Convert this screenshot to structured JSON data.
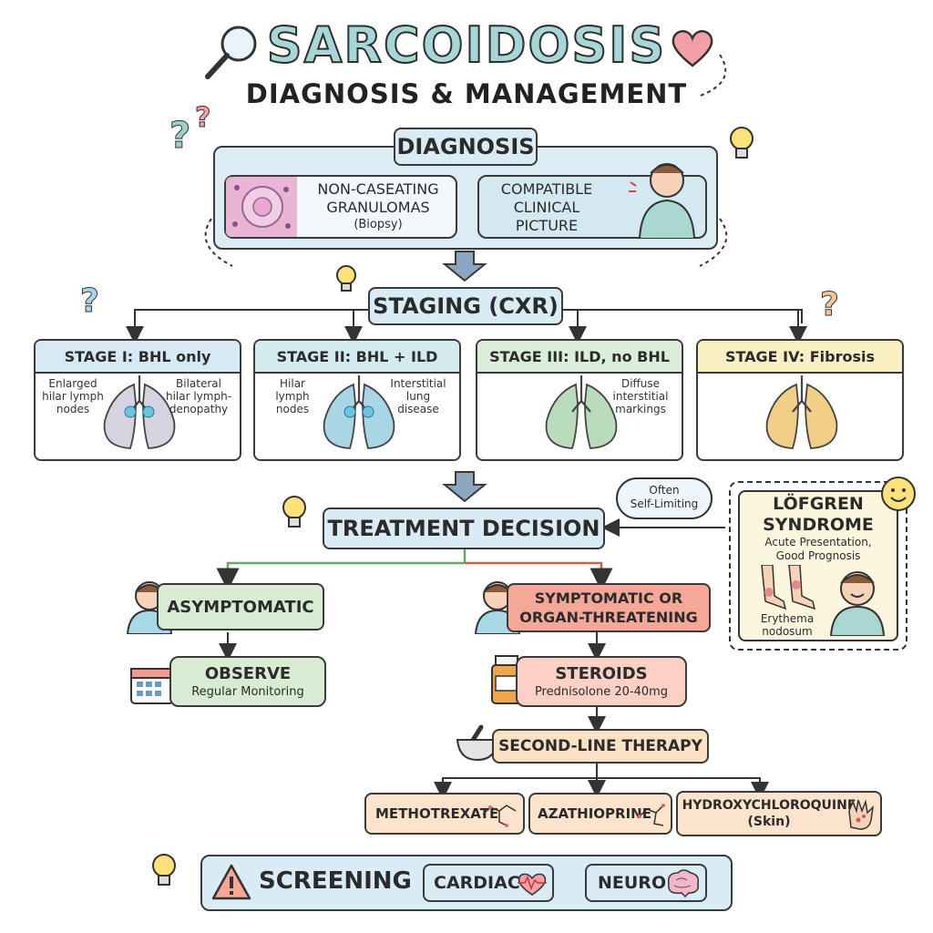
{
  "title": "SARCOIDOSIS",
  "subtitle": "DIAGNOSIS & MANAGEMENT",
  "diagnosis": {
    "header": "DIAGNOSIS",
    "left_line1": "NON-CASEATING",
    "left_line2": "GRANULOMAS",
    "left_note": "(Biopsy)",
    "right_line1": "COMPATIBLE",
    "right_line2": "CLINICAL",
    "right_line3": "PICTURE"
  },
  "staging": {
    "header": "STAGING (CXR)",
    "stages": [
      {
        "title": "STAGE I: BHL only",
        "left1": "Enlarged",
        "left2": "hilar lymph",
        "left3": "nodes",
        "right1": "Bilateral",
        "right2": "hilar lymph-",
        "right3": "denopathy",
        "color": "#d8e9f6"
      },
      {
        "title": "STAGE II: BHL + ILD",
        "left1": "Hilar",
        "left2": "lymph",
        "left3": "nodes",
        "right1": "Interstitial",
        "right2": "lung",
        "right3": "disease",
        "color": "#d3ebee"
      },
      {
        "title": "STAGE III: ILD, no BHL",
        "left1": "",
        "left2": "",
        "left3": "",
        "right1": "Diffuse",
        "right2": "interstitial",
        "right3": "markings",
        "color": "#dbeedb"
      },
      {
        "title": "STAGE IV: Fibrosis",
        "left1": "",
        "left2": "",
        "left3": "",
        "right1": "",
        "right2": "",
        "right3": "",
        "color": "#fbefc4"
      }
    ]
  },
  "treatment": {
    "header": "TREATMENT DECISION",
    "bubble_line1": "Often",
    "bubble_line2": "Self-Limiting",
    "asymptomatic": "ASYMPTOMATIC",
    "observe": "OBSERVE",
    "observe_note": "Regular Monitoring",
    "symptomatic_line1": "SYMPTOMATIC OR",
    "symptomatic_line2": "ORGAN-THREATENING",
    "steroids": "STEROIDS",
    "steroids_note": "Prednisolone 20-40mg",
    "second_line": "SECOND-LINE THERAPY",
    "drugs": [
      "METHOTREXATE",
      "AZATHIOPRINE",
      "HYDROXYCHLOROQUINE"
    ],
    "hcq_note": "(Skin)"
  },
  "lofgren": {
    "title_line1": "LÖFGREN",
    "title_line2": "SYNDROME",
    "desc_line1": "Acute Presentation,",
    "desc_line2": "Good Prognosis",
    "caption_line1": "Erythema",
    "caption_line2": "nodosum"
  },
  "screening": {
    "label": "SCREENING",
    "items": [
      "CARDIAC",
      "NEURO"
    ]
  },
  "colors": {
    "title_fill": "#a7d6d6",
    "box_blue": "#d9ebf5",
    "green": "#d8ecd4",
    "red": "#f6a898",
    "peach": "#fcdcc4",
    "yellow": "#fbefc4"
  },
  "icons": [
    "magnifier-icon",
    "heart-icon",
    "question-mark-icon",
    "lightbulb-icon",
    "smiley-icon",
    "calendar-icon",
    "pill-bottle-icon",
    "mortar-pestle-icon",
    "warning-icon",
    "heart-ecg-icon",
    "brain-icon",
    "lungs-icon",
    "molecule-icon",
    "hand-icon"
  ]
}
